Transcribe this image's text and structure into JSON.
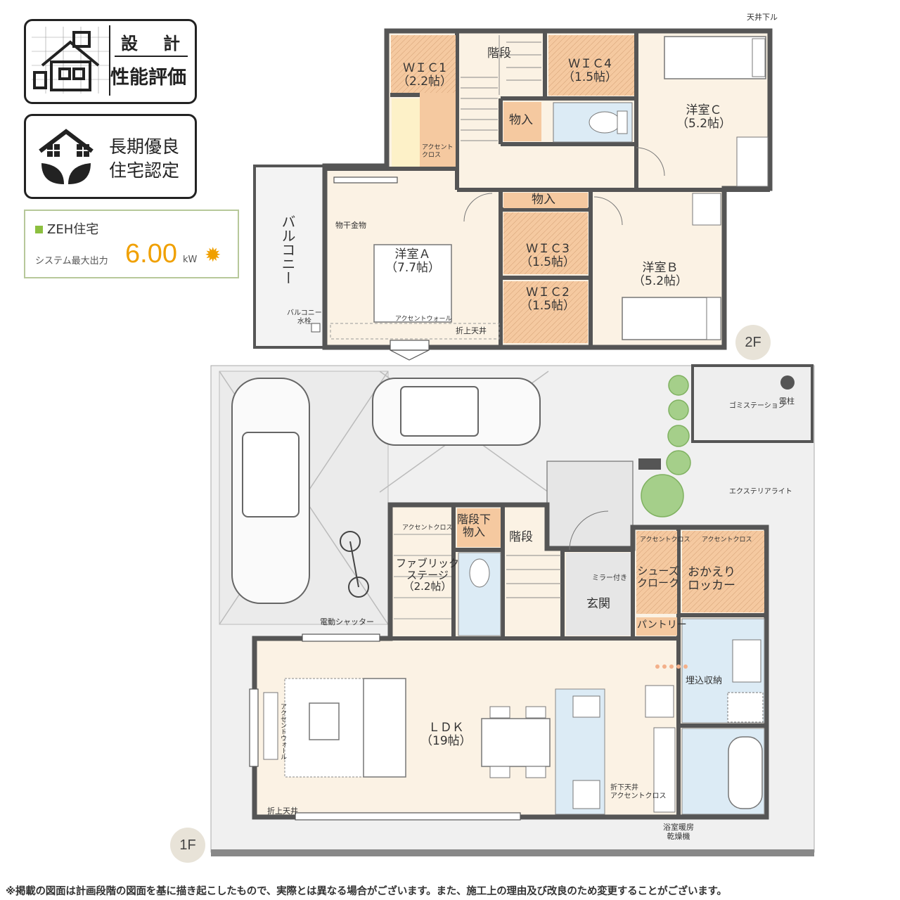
{
  "badges": {
    "design": {
      "line1": "設　計",
      "line2": "性能評価"
    },
    "long_term": {
      "line1": "長期優良",
      "line2": "住宅認定"
    },
    "zeh": {
      "title": "ZEH住宅",
      "subtitle": "システム最大出力",
      "value": "6.00",
      "unit": "kW",
      "accent_color": "#f0a000",
      "icon": "sun-icon"
    }
  },
  "floor2": {
    "tag": "2F",
    "rooms": {
      "wic1": "ＷＩＣ1\n（2.2帖）",
      "stairs": "階段",
      "wic4": "ＷＩＣ4\n（1.5帖）",
      "storage1": "物入",
      "room_c": "洋室Ｃ\n（5.2帖）",
      "storage2": "物入",
      "room_a": "洋室Ａ\n（7.7帖）",
      "wic3": "ＷＩＣ3\n（1.5帖）",
      "room_b": "洋室Ｂ\n（5.2帖）",
      "wic2": "ＷＩＣ2\n（1.5帖）",
      "balcony": "バルコニー"
    },
    "notes": {
      "ceiling_down": "天井下ル",
      "accent_cloth": "アクセント\nクロス",
      "drying_hardware": "物干金物",
      "accent_wall": "アクセントウォール",
      "folded_ceiling": "折上天井",
      "balcony_faucet": "バルコニー\n水栓"
    }
  },
  "floor1": {
    "tag": "1F",
    "rooms": {
      "under_stairs": "階段下\n物入",
      "stairs": "階段",
      "fabric_stage": "ファブリック\nステージ\n（2.2帖）",
      "shoe_cloak": "シューズ\nクローク",
      "okaeri_locker": "おかえり\nロッカー",
      "entrance": "玄関",
      "pantry": "パントリー",
      "ldk": "ＬＤＫ\n（19帖）",
      "built_in_storage": "埋込収納"
    },
    "notes": {
      "accent_cloth_a": "アクセントクロス",
      "accent_cloth_b": "アクセントクロス",
      "accent_cloth_c": "アクセントクロス",
      "with_mirror": "ミラー付き",
      "electric_shutter": "電動シャッター",
      "accent_wall": "アクセントウォール",
      "folded_ceiling": "折上天井",
      "down_ceiling": "折下天井\nアクセントクロス",
      "bath_dryer": "浴室暖房\n乾燥機",
      "garbage_station": "ゴミステーション",
      "utility_pole": "電柱",
      "exterior_light": "エクステリアライト"
    }
  },
  "footnote": "※掲載の図面は計画段階の図面を基に描き起こしたもので、実際とは異なる場合がございます。また、施工上の理由及び改良のため変更することがございます。",
  "colors": {
    "floor": "#fbf2e4",
    "closet": "#f5c9a0",
    "wet": "#dcebf5",
    "wall": "#555555",
    "ground": "#f0f0f0",
    "tree": "#a5cf8a"
  }
}
